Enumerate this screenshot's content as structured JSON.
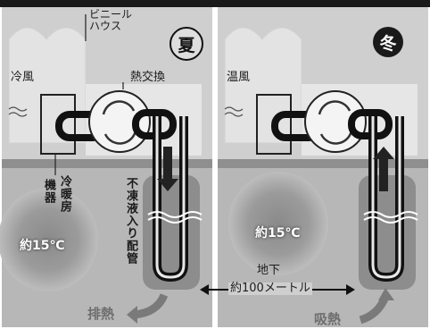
{
  "summer": {
    "badge": "夏",
    "greenhouse": "ビニール\nハウス",
    "air": "冷風",
    "exchange": "熱交換",
    "device": "機器",
    "mode": "冷暖房",
    "pipe": "不凍液入り配管",
    "temperature": "約15℃",
    "heat": "排熱"
  },
  "winter": {
    "badge": "冬",
    "air": "温風",
    "temperature": "約15℃",
    "heat": "吸熱"
  },
  "depth": {
    "line1": "地下",
    "line2": "約100メートル"
  }
}
